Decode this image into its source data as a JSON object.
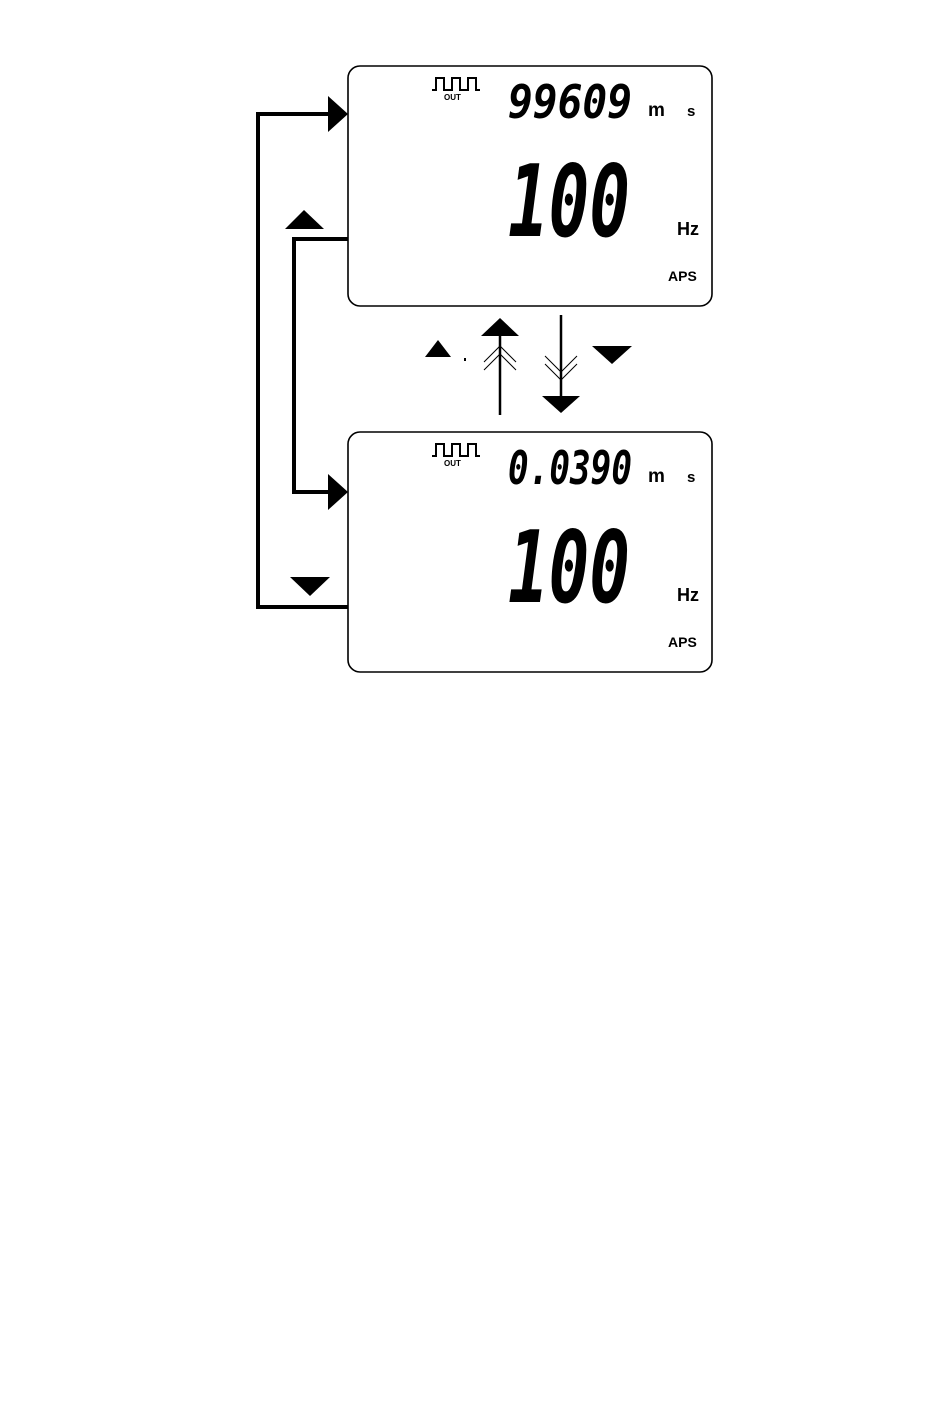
{
  "screens": [
    {
      "out_label": "OUT",
      "top_value": "99609",
      "top_unit_prefix": "m",
      "top_unit": "s",
      "main_value": "100",
      "main_unit": "Hz",
      "mode": "APS"
    },
    {
      "out_label": "OUT",
      "top_value": "0.0390",
      "top_unit_prefix": "m",
      "top_unit": "s",
      "main_value": "100",
      "main_unit": "Hz",
      "mode": "APS"
    }
  ],
  "icons": {
    "waveform": "square-wave-output-icon",
    "up_key": "triangle-up-icon",
    "down_key": "triangle-down-icon"
  },
  "colors": {
    "ink": "#000000",
    "paper": "#ffffff"
  }
}
